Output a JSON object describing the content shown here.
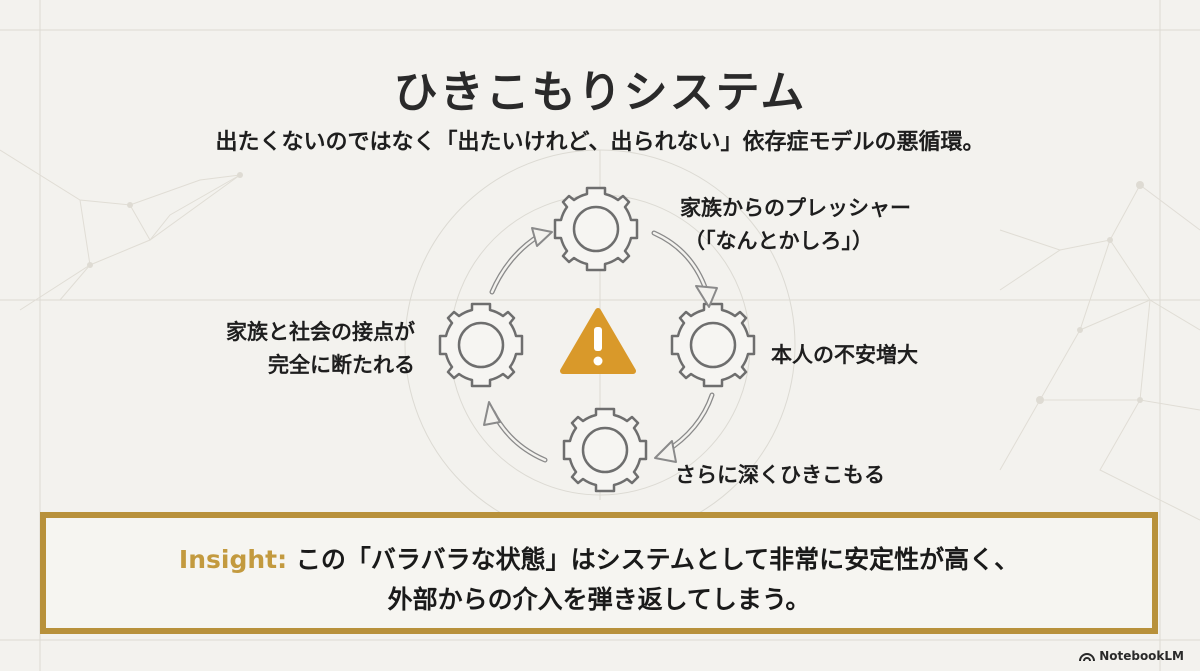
{
  "title": "ひきこもりシステム",
  "subtitle": "出たくないのではなく「出たいけれど、出られない」依存症モデルの悪循環。",
  "cycle": {
    "steps": [
      {
        "line1": "家族からのプレッシャー",
        "line2": "（「なんとかしろ」）"
      },
      {
        "line1": "本人の不安増大"
      },
      {
        "line1": "さらに深くひきこもる"
      },
      {
        "line1": "家族と社会の接点が",
        "line2": "完全に断たれる"
      }
    ],
    "center_icon": "warning-icon",
    "gear_icon": "gear-icon",
    "arrow_icon": "curved-arrow-icon"
  },
  "insight": {
    "prefix": "Insight:",
    "line1": "この「バラバラな状態」はシステムとして非常に安定性が高く、",
    "line2": "外部からの介入を弾き返してしまう。"
  },
  "brand": {
    "name": "NotebookLM"
  },
  "colors": {
    "accent": "#c39a3f",
    "border": "#b8913b",
    "warning": "#d9992a",
    "gear_stroke": "#6b6b6b",
    "background": "#f3f2ee"
  }
}
